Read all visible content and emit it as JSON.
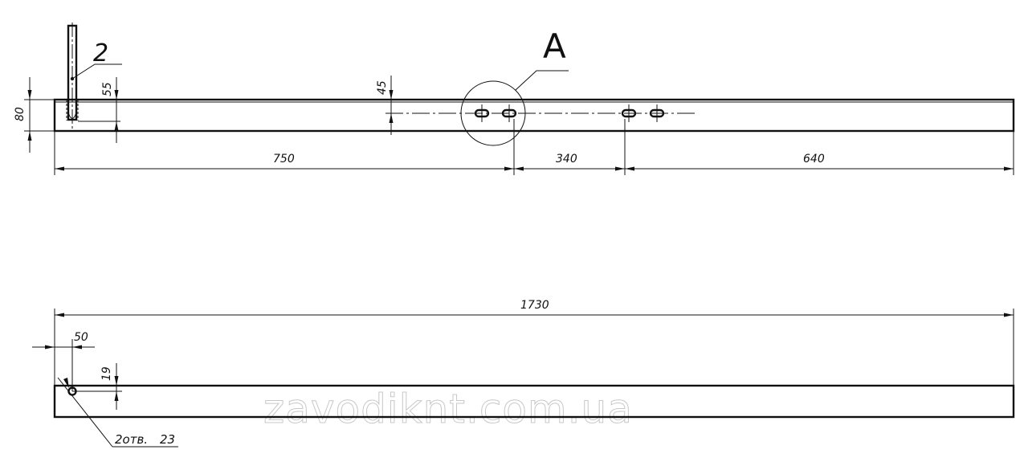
{
  "drawing": {
    "dims": {
      "height_80": "80",
      "offset_55": "55",
      "offset_45": "45",
      "len_750": "750",
      "len_340": "340",
      "len_640": "640",
      "total_1730": "1730",
      "offset_50": "50",
      "offset_19": "19"
    },
    "callouts": {
      "item_2": "2",
      "view_a": "A"
    },
    "hole_note": {
      "count": "2отв.",
      "diameter": "23"
    },
    "watermark": "zavodiknt.com.ua"
  }
}
